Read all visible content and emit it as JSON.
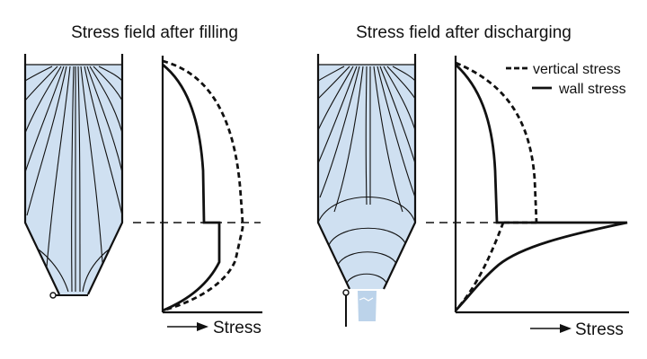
{
  "panels": [
    {
      "title": "Stress field after filling",
      "axis_label": "Stress"
    },
    {
      "title": "Stress field after discharging",
      "axis_label": "Stress"
    }
  ],
  "legend": {
    "vertical_label": "vertical stress",
    "wall_label": "wall stress"
  },
  "colors": {
    "silo_fill": "#cfe0f1",
    "line": "#111111",
    "outlet_flow": "#bcd3ea"
  }
}
